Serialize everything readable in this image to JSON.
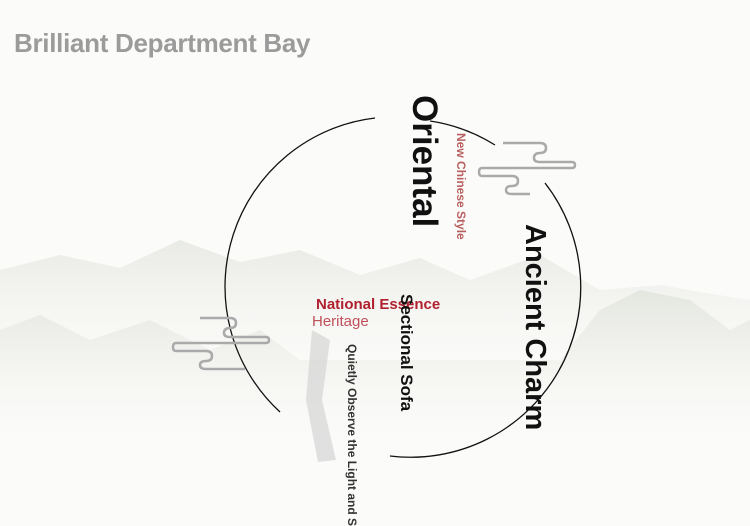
{
  "header": {
    "title": "Brilliant Department Bay"
  },
  "poster": {
    "headline": "Oriental",
    "subheadline": "New Chinese Style",
    "side_headline": "Ancient Charm",
    "product": "Sectional Sofa",
    "tagline_line1": "National Essence",
    "tagline_line2": "Heritage",
    "caption": "Quietly Observe the Light and S"
  },
  "colors": {
    "title": "#9b9b9b",
    "accent_red": "#b0202e",
    "soft_red": "#b86060",
    "ink": "#111111"
  }
}
